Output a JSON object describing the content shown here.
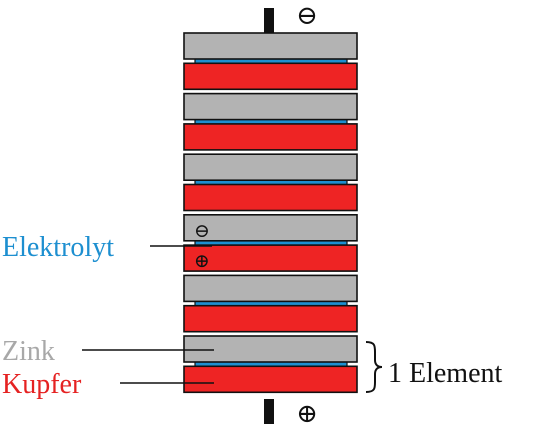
{
  "terminals": {
    "top_sign": "⊖",
    "bottom_sign": "⊕"
  },
  "stack": {
    "layers_top_to_bottom": [
      "zinc",
      "copper",
      "zinc",
      "copper",
      "zinc",
      "copper",
      "zinc",
      "copper",
      "zinc",
      "copper",
      "zinc",
      "copper"
    ],
    "inner_charge_top": "⊖",
    "inner_charge_bottom": "⊕"
  },
  "labels": {
    "electrolyte": "Elektrolyt",
    "zinc": "Zink",
    "copper": "Kupfer",
    "element": "1 Element"
  },
  "colors": {
    "zinc": "#b3b3b3",
    "copper": "#ee2424",
    "electrolyte": "#1d8fd0",
    "electrolyte_label": "#1d8fd0",
    "zinc_label": "#a8a8a8",
    "copper_label": "#e52222",
    "terminal": "#111111",
    "text": "#111111"
  }
}
